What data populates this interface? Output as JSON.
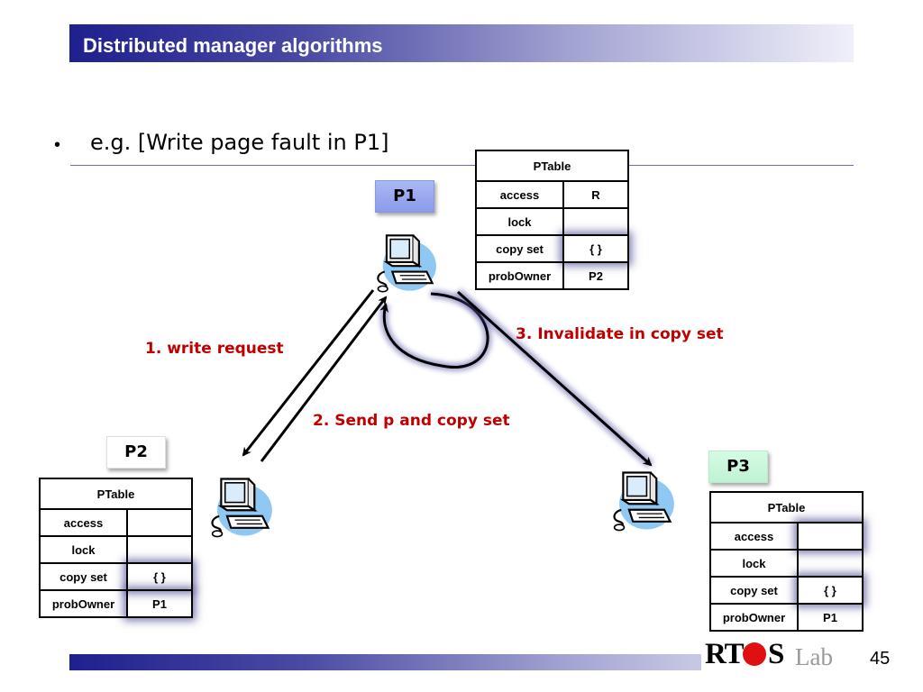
{
  "slide": {
    "title": "Distributed manager algorithms",
    "bullet": "e.g. [Write page fault in P1]",
    "page_number": "45"
  },
  "processors": {
    "p1": "P1",
    "p2": "P2",
    "p3": "P3"
  },
  "arrows": {
    "write_request": "1. write request",
    "send_copy_set": "2. Send p and copy set",
    "invalidate": "3. Invalidate in copy set"
  },
  "tables": {
    "p1": {
      "header": "PTable",
      "rows": [
        {
          "key": "access",
          "value": "R"
        },
        {
          "key": "lock",
          "value": ""
        },
        {
          "key": "copy set",
          "value": "{ }"
        },
        {
          "key": "probOwner",
          "value": "P2"
        }
      ]
    },
    "p2": {
      "header": "PTable",
      "rows": [
        {
          "key": "access",
          "value": ""
        },
        {
          "key": "lock",
          "value": ""
        },
        {
          "key": "copy set",
          "value": "{ }"
        },
        {
          "key": "probOwner",
          "value": "P1"
        }
      ]
    },
    "p3": {
      "header": "PTable",
      "rows": [
        {
          "key": "access",
          "value": ""
        },
        {
          "key": "lock",
          "value": ""
        },
        {
          "key": "copy set",
          "value": "{ }"
        },
        {
          "key": "probOwner",
          "value": "P1"
        }
      ]
    }
  },
  "logo": {
    "name": "RTOS Lab"
  },
  "colors": {
    "title_blue": "#1f1f8f",
    "label_red": "#c00000",
    "logo_red": "#e01010"
  }
}
